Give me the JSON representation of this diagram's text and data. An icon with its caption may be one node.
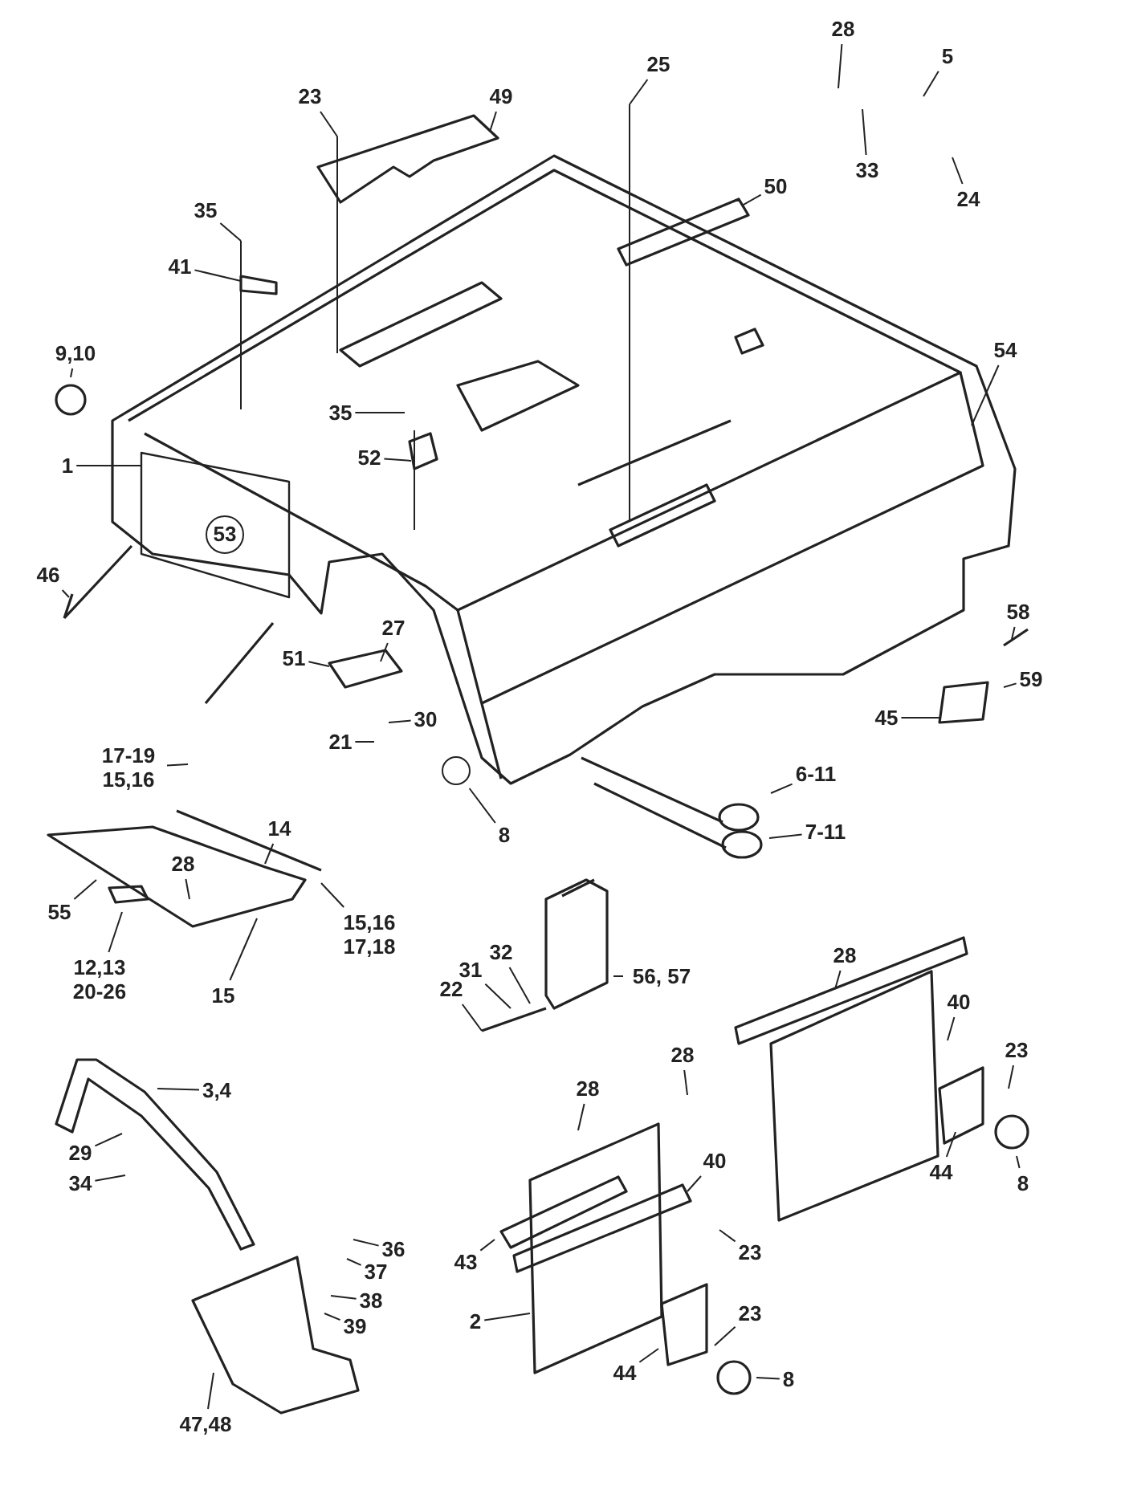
{
  "diagram": {
    "nodes": [
      {
        "text": [
          "28"
        ]
      },
      {
        "text": [
          "5"
        ]
      },
      {
        "text": [
          "25"
        ]
      },
      {
        "text": [
          "23"
        ]
      },
      {
        "text": [
          "49"
        ]
      },
      {
        "text": [
          "33"
        ]
      },
      {
        "text": [
          "24"
        ]
      },
      {
        "text": [
          "50"
        ]
      },
      {
        "text": [
          "35"
        ]
      },
      {
        "text": [
          "41"
        ]
      },
      {
        "text": [
          "9,10"
        ]
      },
      {
        "text": [
          "54"
        ]
      },
      {
        "text": [
          "35"
        ]
      },
      {
        "text": [
          "52"
        ]
      },
      {
        "text": [
          "1"
        ]
      },
      {
        "text": [
          "53"
        ]
      },
      {
        "text": [
          "46"
        ]
      },
      {
        "text": [
          "27"
        ]
      },
      {
        "text": [
          "58"
        ]
      },
      {
        "text": [
          "51"
        ]
      },
      {
        "text": [
          "59"
        ]
      },
      {
        "text": [
          "30"
        ]
      },
      {
        "text": [
          "45"
        ]
      },
      {
        "text": [
          "21"
        ]
      },
      {
        "text": [
          "17-19 15,16"
        ]
      },
      {
        "text": [
          "8"
        ]
      },
      {
        "text": [
          "6-11"
        ]
      },
      {
        "text": [
          "7-11"
        ]
      },
      {
        "text": [
          "14"
        ]
      },
      {
        "text": [
          "55"
        ]
      },
      {
        "text": [
          "28"
        ]
      },
      {
        "text": [
          "15,16 17,18"
        ]
      },
      {
        "text": [
          "12,13 20-26"
        ]
      },
      {
        "text": [
          "15"
        ]
      },
      {
        "text": [
          "22"
        ]
      },
      {
        "text": [
          "31"
        ]
      },
      {
        "text": [
          "32"
        ]
      },
      {
        "text": [
          "56, 57"
        ]
      },
      {
        "text": [
          "28"
        ]
      },
      {
        "text": [
          "40"
        ]
      },
      {
        "text": [
          "28"
        ]
      },
      {
        "text": [
          "23"
        ]
      },
      {
        "text": [
          "3,4"
        ]
      },
      {
        "text": [
          "28"
        ]
      },
      {
        "text": [
          "40"
        ]
      },
      {
        "text": [
          "29"
        ]
      },
      {
        "text": [
          "44"
        ]
      },
      {
        "text": [
          "8"
        ]
      },
      {
        "text": [
          "34"
        ]
      },
      {
        "text": [
          "36"
        ]
      },
      {
        "text": [
          "43"
        ]
      },
      {
        "text": [
          "23"
        ]
      },
      {
        "text": [
          "37"
        ]
      },
      {
        "text": [
          "38"
        ]
      },
      {
        "text": [
          "2"
        ]
      },
      {
        "text": [
          "39"
        ]
      },
      {
        "text": [
          "23"
        ]
      },
      {
        "text": [
          "44"
        ]
      },
      {
        "text": [
          "8"
        ]
      },
      {
        "text": [
          "47,48"
        ]
      },
      {
        "text": [],
        "shape": "circle"
      }
    ],
    "edges": [
      {
        "from": 0,
        "to": null,
        "arrow": "none"
      },
      {
        "from": 1,
        "to": null,
        "arrow": "none"
      },
      {
        "from": 2,
        "to": null,
        "arrow": "none"
      },
      {
        "from": 3,
        "to": null,
        "arrow": "none"
      },
      {
        "from": 4,
        "to": null,
        "arrow": "none"
      },
      {
        "from": 5,
        "to": null,
        "arrow": "none"
      },
      {
        "from": 6,
        "to": null,
        "arrow": "none"
      },
      {
        "from": 7,
        "to": null,
        "arrow": "none"
      },
      {
        "from": 8,
        "to": null,
        "arrow": "none"
      },
      {
        "from": 9,
        "to": null,
        "arrow": "none"
      },
      {
        "from": 10,
        "to": null,
        "arrow": "none"
      },
      {
        "from": 11,
        "to": null,
        "arrow": "none"
      },
      {
        "from": 12,
        "to": null,
        "arrow": "none"
      },
      {
        "from": 13,
        "to": null,
        "arrow": "none"
      },
      {
        "from": 14,
        "to": null,
        "arrow": "none"
      },
      {
        "from": 16,
        "to": null,
        "arrow": "none"
      },
      {
        "from": 17,
        "to": null,
        "arrow": "none"
      },
      {
        "from": 18,
        "to": null,
        "arrow": "none"
      },
      {
        "from": 19,
        "to": null,
        "arrow": "none"
      },
      {
        "from": 20,
        "to": null,
        "arrow": "none"
      },
      {
        "from": 21,
        "to": null,
        "arrow": "none"
      },
      {
        "from": 22,
        "to": null,
        "arrow": "none"
      },
      {
        "from": 23,
        "to": null,
        "arrow": "none"
      },
      {
        "from": 24,
        "to": null,
        "arrow": "none"
      },
      {
        "from": 25,
        "to": 60,
        "arrow": "none"
      },
      {
        "from": 26,
        "to": null,
        "arrow": "none"
      },
      {
        "from": 27,
        "to": null,
        "arrow": "none"
      },
      {
        "from": 28,
        "to": null,
        "arrow": "none"
      },
      {
        "from": 29,
        "to": null,
        "arrow": "none"
      },
      {
        "from": 30,
        "to": null,
        "arrow": "none"
      },
      {
        "from": 31,
        "to": null,
        "arrow": "none"
      },
      {
        "from": 32,
        "to": null,
        "arrow": "none"
      },
      {
        "from": 33,
        "to": null,
        "arrow": "none"
      },
      {
        "from": 34,
        "to": null,
        "arrow": "none"
      },
      {
        "from": 35,
        "to": null,
        "arrow": "none"
      },
      {
        "from": 36,
        "to": null,
        "arrow": "none"
      },
      {
        "from": 37,
        "to": null,
        "arrow": "none"
      },
      {
        "from": 38,
        "to": null,
        "arrow": "none"
      },
      {
        "from": 39,
        "to": null,
        "arrow": "none"
      },
      {
        "from": 40,
        "to": null,
        "arrow": "none"
      },
      {
        "from": 41,
        "to": null,
        "arrow": "none"
      },
      {
        "from": 42,
        "to": null,
        "arrow": "none"
      },
      {
        "from": 43,
        "to": null,
        "arrow": "none"
      },
      {
        "from": 44,
        "to": null,
        "arrow": "none"
      },
      {
        "from": 45,
        "to": null,
        "arrow": "none"
      },
      {
        "from": 46,
        "to": null,
        "arrow": "none"
      },
      {
        "from": 47,
        "to": null,
        "arrow": "none"
      },
      {
        "from": 48,
        "to": null,
        "arrow": "none"
      },
      {
        "from": 49,
        "to": null,
        "arrow": "none"
      },
      {
        "from": 50,
        "to": null,
        "arrow": "none"
      },
      {
        "from": 51,
        "to": null,
        "arrow": "none"
      },
      {
        "from": 52,
        "to": null,
        "arrow": "none"
      },
      {
        "from": 53,
        "to": null,
        "arrow": "none"
      },
      {
        "from": 54,
        "to": null,
        "arrow": "none"
      },
      {
        "from": 55,
        "to": null,
        "arrow": "none"
      },
      {
        "from": 56,
        "to": null,
        "arrow": "none"
      },
      {
        "from": 57,
        "to": null,
        "arrow": "none"
      },
      {
        "from": 58,
        "to": null,
        "arrow": "none"
      },
      {
        "from": 59,
        "to": null,
        "arrow": "none"
      }
    ]
  }
}
